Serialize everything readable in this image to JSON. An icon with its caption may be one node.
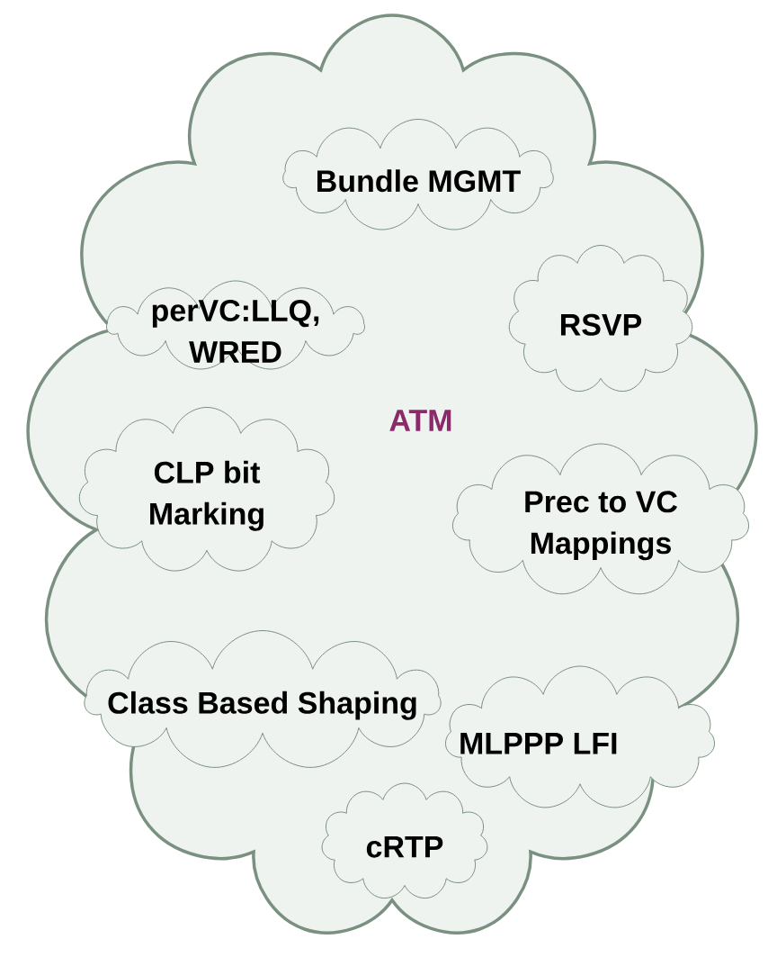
{
  "diagram": {
    "nodes": [
      {
        "text": [
          "ATM"
        ]
      },
      {
        "text": [
          "Bundle MGMT"
        ],
        "in": 0
      },
      {
        "text": [
          "perVC:LLQ, WRED"
        ],
        "in": 0
      },
      {
        "text": [
          "RSVP"
        ],
        "in": 0
      },
      {
        "text": [
          "CLP bit Marking"
        ],
        "in": 0
      },
      {
        "text": [
          "Prec to VC Mappings"
        ],
        "in": 0
      },
      {
        "text": [
          "Class Based Shaping"
        ],
        "in": 0
      },
      {
        "text": [
          "MLPPP LFI"
        ],
        "in": 0
      },
      {
        "text": [
          "cRTP"
        ],
        "in": 0
      }
    ]
  }
}
